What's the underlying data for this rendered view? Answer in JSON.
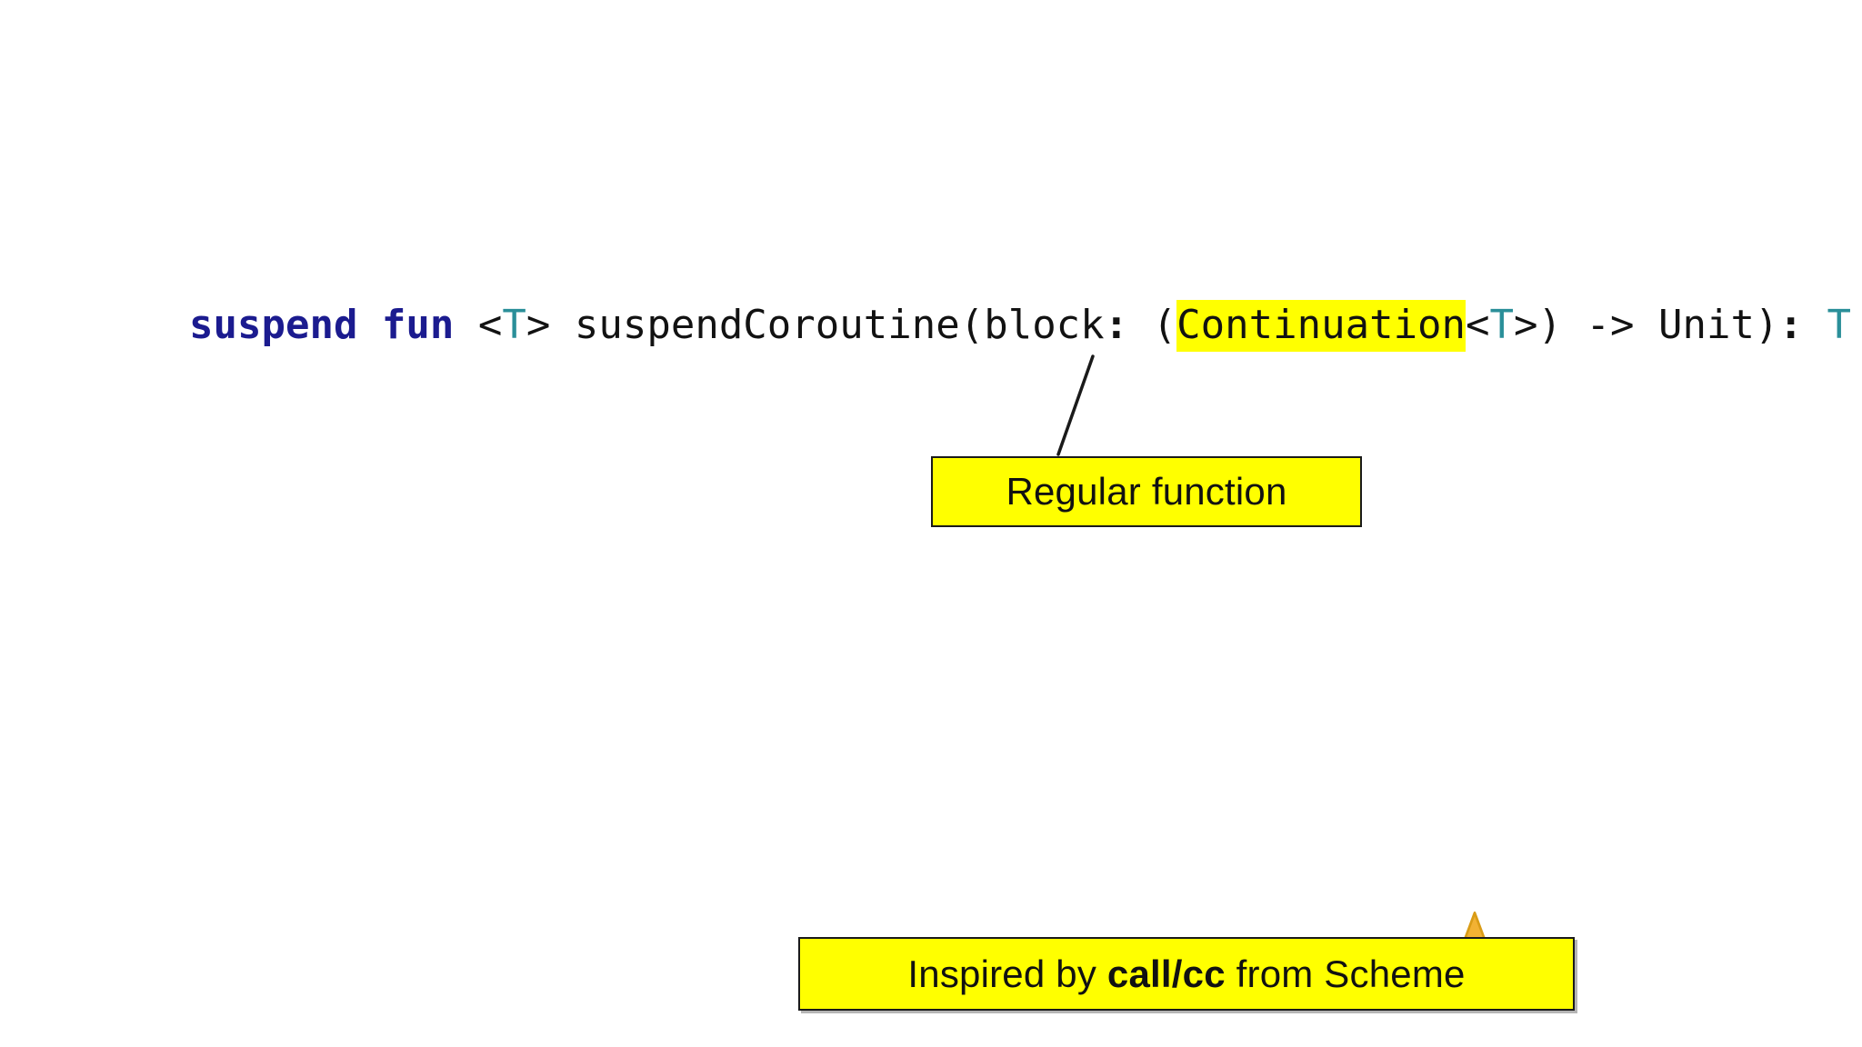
{
  "slide": {
    "background_color": "#ffffff",
    "accent_yellow": "#ffff00",
    "keyword_color": "#1b1b8f",
    "type_color": "#2a8f99",
    "text_color": "#121212",
    "star_fill": "#f2b233",
    "star_stroke": "#d99c16"
  },
  "code": {
    "full_text": "suspend fun <T> suspendCoroutine(block: (Continuation<T>) -> Unit): T",
    "tokens": {
      "keyword_suspend_fun": "suspend fun ",
      "angle_open": "<",
      "type_param_1": "T",
      "angle_close": "> ",
      "fn_name_and_open": "suspendCoroutine(block",
      "colon_1": ":",
      "paren_open": " (",
      "highlight_continuation": "Continuation",
      "angle_open_2": "<",
      "type_param_2": "T",
      "angle_close_2": ">",
      "paren_close_1": ")",
      "arrow": " -> ",
      "unit": "Unit",
      "paren_close_2": ")",
      "colon_2": ":",
      "return_type": " T"
    }
  },
  "callouts": {
    "regular_function": {
      "label": "Regular function",
      "background": "#ffff00"
    },
    "inspired_by": {
      "prefix": "Inspired by ",
      "emphasis": "call/cc",
      "suffix": " from Scheme",
      "background": "#ffff00",
      "star_icon": "star-icon"
    }
  },
  "decorations": {
    "leader_line": "leader-line-to-regular-function-callout"
  }
}
